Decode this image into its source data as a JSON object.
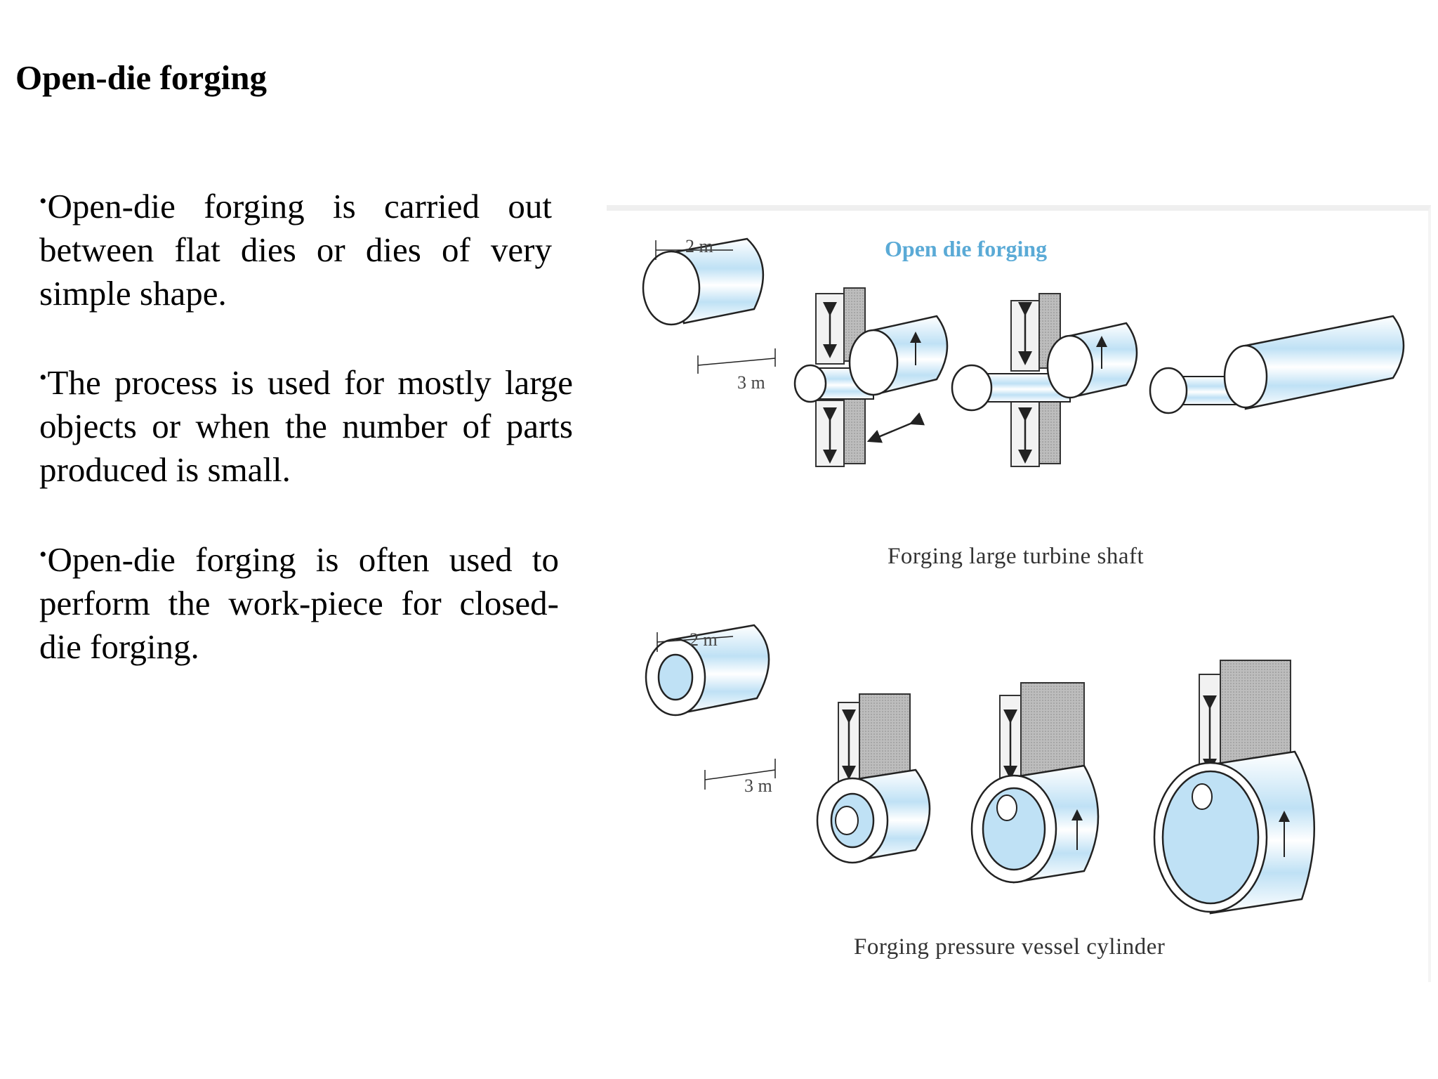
{
  "title": "Open-die forging",
  "bullets": [
    "Open-die forging is carried out between flat dies or dies of very simple shape.",
    "The process is used for mostly large objects or when the number of  parts produced is small.",
    "Open-die forging is often used to perform the work-piece for closed-die forging."
  ],
  "figure": {
    "heading": "Open die forging",
    "caption_top": "Forging large turbine shaft",
    "caption_bottom": "Forging pressure vessel cylinder",
    "dims_top": {
      "diameter": "2 m",
      "length": "3 m"
    },
    "dims_bottom": {
      "diameter": "2 m",
      "length": "3 m"
    },
    "icons": [
      "vertical-arrow-icon",
      "rotation-arrow-icon",
      "axial-arrow-icon"
    ],
    "colors": {
      "heading": "#5aaad6",
      "workpiece_fill": "#bfe1f5",
      "die_fill": "#cfcfcf"
    }
  }
}
